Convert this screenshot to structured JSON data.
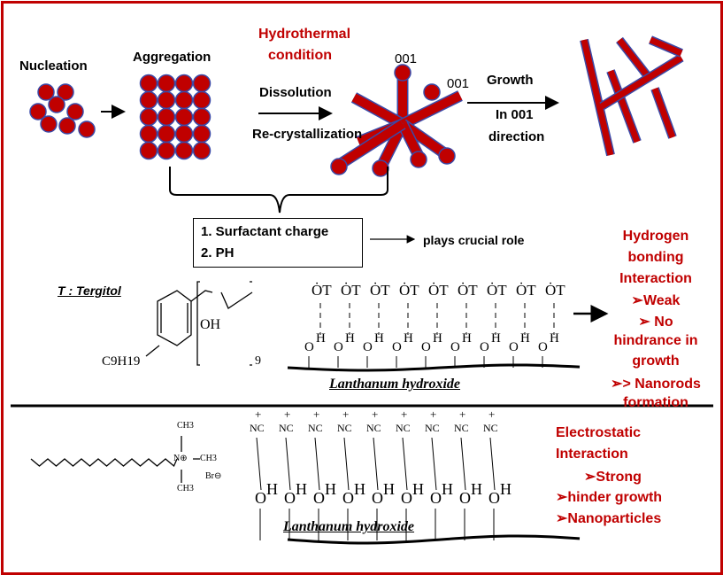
{
  "colors": {
    "accent_red": "#c00000",
    "particle_outline": "#3a4aa8",
    "ink": "#000000"
  },
  "stages": {
    "nucleation": "Nucleation",
    "aggregation": "Aggregation",
    "hydrothermal": [
      "Hydrothermal",
      "condition"
    ],
    "dissolution": "Dissolution",
    "recrystallization": "Re-crystallization",
    "facet_labels": [
      "001",
      "001"
    ],
    "growth": "Growth",
    "growth_direction": [
      "In 001",
      "direction"
    ]
  },
  "factors": {
    "items": [
      "1.   Surfactant charge",
      "2.   PH"
    ],
    "note": "plays crucial role"
  },
  "tergitol": {
    "label": "T :  Tergitol",
    "formula_parts": {
      "oh": "OH",
      "repeat": "9",
      "alkyl": "C9H19"
    },
    "surface_group": "ȮT",
    "surface_label": "Lanthanum hydroxide",
    "effect": [
      "Hydrogen",
      "bonding",
      "Interaction",
      "➢Weak",
      "➢ No",
      "hindrance in",
      "growth",
      "➢> Nanorods",
      "formation"
    ]
  },
  "ctab": {
    "formula_parts": {
      "ch3": "CH3",
      "n": "N⊕",
      "br": "Br⊖"
    },
    "surface_group": "NC",
    "surface_label": "Lanthanum hydroxide",
    "effect": [
      "Electrostatic",
      "Interaction",
      "➢Strong",
      "➢hinder growth",
      "➢Nanoparticles"
    ]
  }
}
